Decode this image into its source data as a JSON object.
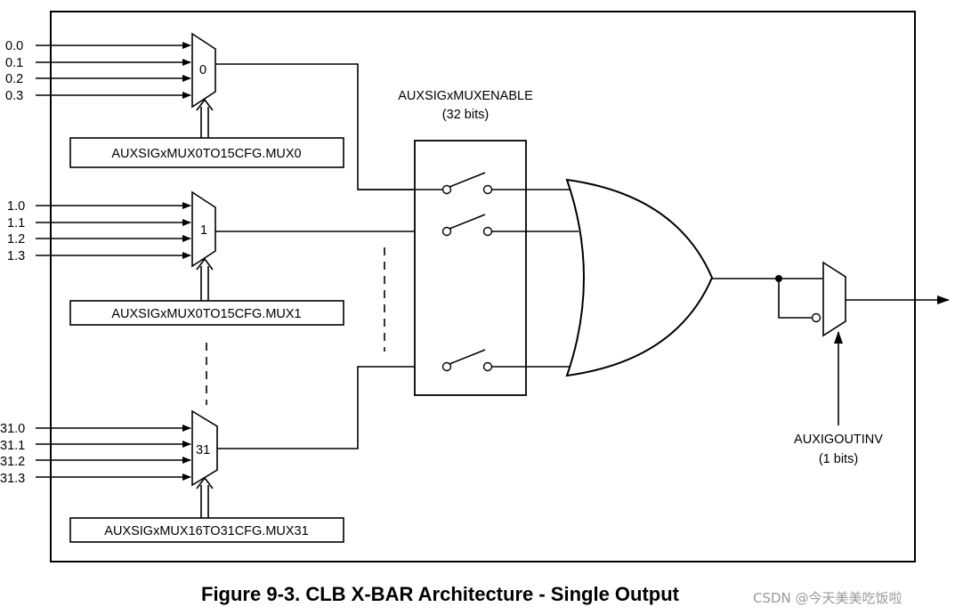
{
  "muxes": [
    {
      "id": "mux0",
      "number": "0",
      "inputs": [
        "0.0",
        "0.1",
        "0.2",
        "0.3"
      ],
      "config": "AUXSIGxMUX0TO15CFG.MUX0"
    },
    {
      "id": "mux1",
      "number": "1",
      "inputs": [
        "1.0",
        "1.1",
        "1.2",
        "1.3"
      ],
      "config": "AUXSIGxMUX0TO15CFG.MUX1"
    },
    {
      "id": "mux31",
      "number": "31",
      "inputs": [
        "31.0",
        "31.1",
        "31.2",
        "31.3"
      ],
      "config": "AUXSIGxMUX16TO31CFG.MUX31"
    }
  ],
  "enable": {
    "title": "AUXSIGxMUXENABLE",
    "bits": "(32 bits)"
  },
  "invert": {
    "title": "AUXIGOUTINV",
    "bits": "(1 bits)"
  },
  "caption": "Figure 9-3. CLB X-BAR Architecture - Single Output",
  "watermark": "CSDN @今天美美吃饭啦"
}
